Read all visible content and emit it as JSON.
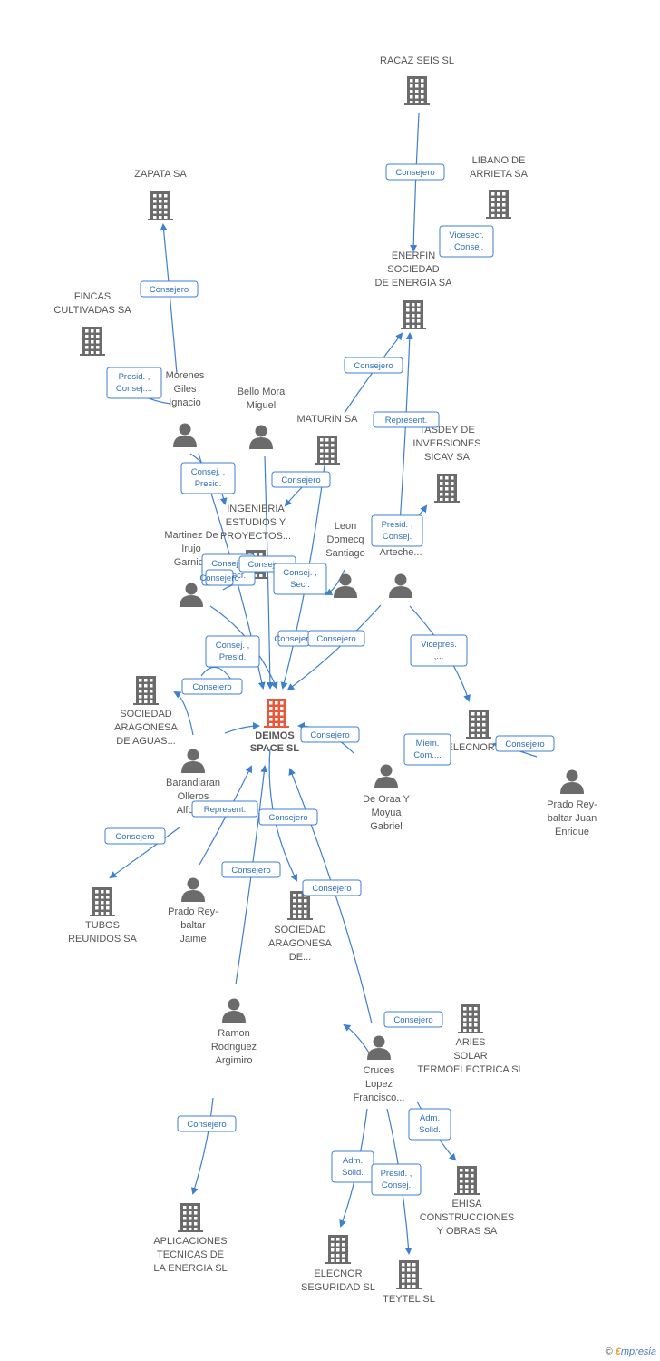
{
  "center": {
    "label": [
      "DEIMOS",
      "SPACE SL"
    ],
    "color": "#e8583a"
  },
  "colors": {
    "node": "#6b6b6b",
    "edge": "#3d7fd0",
    "label_border": "#3d7fd0",
    "label_text": "#2f6fb6"
  },
  "nodes": [
    {
      "id": "racaz",
      "type": "company",
      "label": [
        "RACAZ SEIS SL"
      ]
    },
    {
      "id": "libano",
      "type": "company",
      "label": [
        "LIBANO DE",
        "ARRIETA SA"
      ]
    },
    {
      "id": "zapata",
      "type": "company",
      "label": [
        "ZAPATA SA"
      ]
    },
    {
      "id": "enerfin",
      "type": "company",
      "label": [
        "ENERFIN",
        "SOCIEDAD",
        "DE ENERGIA SA"
      ]
    },
    {
      "id": "fincas",
      "type": "company",
      "label": [
        "FINCAS",
        "CULTIVADAS SA"
      ]
    },
    {
      "id": "morenes",
      "type": "person",
      "label": [
        "Morenes",
        "Giles",
        "Ignacio"
      ]
    },
    {
      "id": "bellomora",
      "type": "person",
      "label": [
        "Bello Mora",
        "Miguel"
      ]
    },
    {
      "id": "maturin",
      "type": "company",
      "label": [
        "MATURIN SA"
      ]
    },
    {
      "id": "tasdey",
      "type": "company",
      "label": [
        "TASDEY DE",
        "INVERSIONES",
        "SICAV SA"
      ]
    },
    {
      "id": "ingenieria",
      "type": "company",
      "label": [
        "INGENIERIA",
        "ESTUDIOS Y",
        "PROYECTOS..."
      ]
    },
    {
      "id": "leon",
      "type": "person",
      "label": [
        "Leon",
        "Domecq",
        "Santiago"
      ]
    },
    {
      "id": "arteche",
      "type": "person",
      "label": [
        "Arteche..."
      ]
    },
    {
      "id": "martinez",
      "type": "person",
      "label": [
        "Martinez De",
        "Irujo",
        "Garnica"
      ]
    },
    {
      "id": "socaguas",
      "type": "company",
      "label": [
        "SOCIEDAD",
        "ARAGONESA",
        "DE AGUAS..."
      ]
    },
    {
      "id": "elecnor",
      "type": "company",
      "label": [
        "ELECNOR SA"
      ]
    },
    {
      "id": "barandiaran",
      "type": "person",
      "label": [
        "Barandiaran",
        "Olleros",
        "Alfonso"
      ]
    },
    {
      "id": "deoraa",
      "type": "person",
      "label": [
        "De Oraa Y",
        "Moyua",
        "Gabriel"
      ]
    },
    {
      "id": "pradojuan",
      "type": "person",
      "label": [
        "Prado Rey-",
        "baltar Juan",
        "Enrique"
      ]
    },
    {
      "id": "tubos",
      "type": "company",
      "label": [
        "TUBOS",
        "REUNIDOS SA"
      ]
    },
    {
      "id": "pradojaime",
      "type": "person",
      "label": [
        "Prado Rey-",
        "baltar",
        "Jaime"
      ]
    },
    {
      "id": "socde",
      "type": "company",
      "label": [
        "SOCIEDAD",
        "ARAGONESA",
        "DE..."
      ]
    },
    {
      "id": "ramon",
      "type": "person",
      "label": [
        "Ramon",
        "Rodriguez",
        "Argimiro"
      ]
    },
    {
      "id": "aries",
      "type": "company",
      "label": [
        "ARIES",
        "SOLAR",
        "TERMOELECTRICA SL"
      ]
    },
    {
      "id": "cruces",
      "type": "person",
      "label": [
        "Cruces",
        "Lopez",
        "Francisco..."
      ]
    },
    {
      "id": "ehisa",
      "type": "company",
      "label": [
        "EHISA",
        "CONSTRUCCIONES",
        "Y OBRAS SA"
      ]
    },
    {
      "id": "aplicaciones",
      "type": "company",
      "label": [
        "APLICACIONES",
        "TECNICAS DE",
        "LA ENERGIA SL"
      ]
    },
    {
      "id": "elecseg",
      "type": "company",
      "label": [
        "ELECNOR",
        "SEGURIDAD SL"
      ]
    },
    {
      "id": "teytel",
      "type": "company",
      "label": [
        "TEYTEL SL"
      ]
    }
  ],
  "edge_labels": [
    [
      "Consejero"
    ],
    [
      "Vicesecr.",
      ", Consej."
    ],
    [
      "Consejero"
    ],
    [
      "Presid. ,",
      "Consej...."
    ],
    [
      "Consejero"
    ],
    [
      "Represent."
    ],
    [
      "Consej. ,",
      "Presid."
    ],
    [
      "Consejero"
    ],
    [
      "Presid. ,",
      "Consej."
    ],
    [
      "Consej. ,",
      "Vicesecr."
    ],
    [
      "Consejero"
    ],
    [
      "Consej. ,",
      "Secr."
    ],
    [
      "Consej. ,",
      "Presid."
    ],
    [
      "Consejero"
    ],
    [
      "Consejero"
    ],
    [
      "Consejero"
    ],
    [
      "Vicepres.",
      ",..."
    ],
    [
      "Consejero"
    ],
    [
      "Miem.",
      "Com...."
    ],
    [
      "Consejero"
    ],
    [
      "Represent."
    ],
    [
      "Consejero"
    ],
    [
      "Consejero"
    ],
    [
      "Consejero"
    ],
    [
      "Consejero"
    ],
    [
      "Consejero"
    ],
    [
      "Consejero"
    ],
    [
      "Adm.",
      "Solid."
    ],
    [
      "Adm.",
      "Solid."
    ],
    [
      "Presid. ,",
      "Consej."
    ],
    [
      "Consejero"
    ]
  ],
  "footer": {
    "copyright": "©",
    "brand_e": "€",
    "brand_rest": "mpresia"
  }
}
